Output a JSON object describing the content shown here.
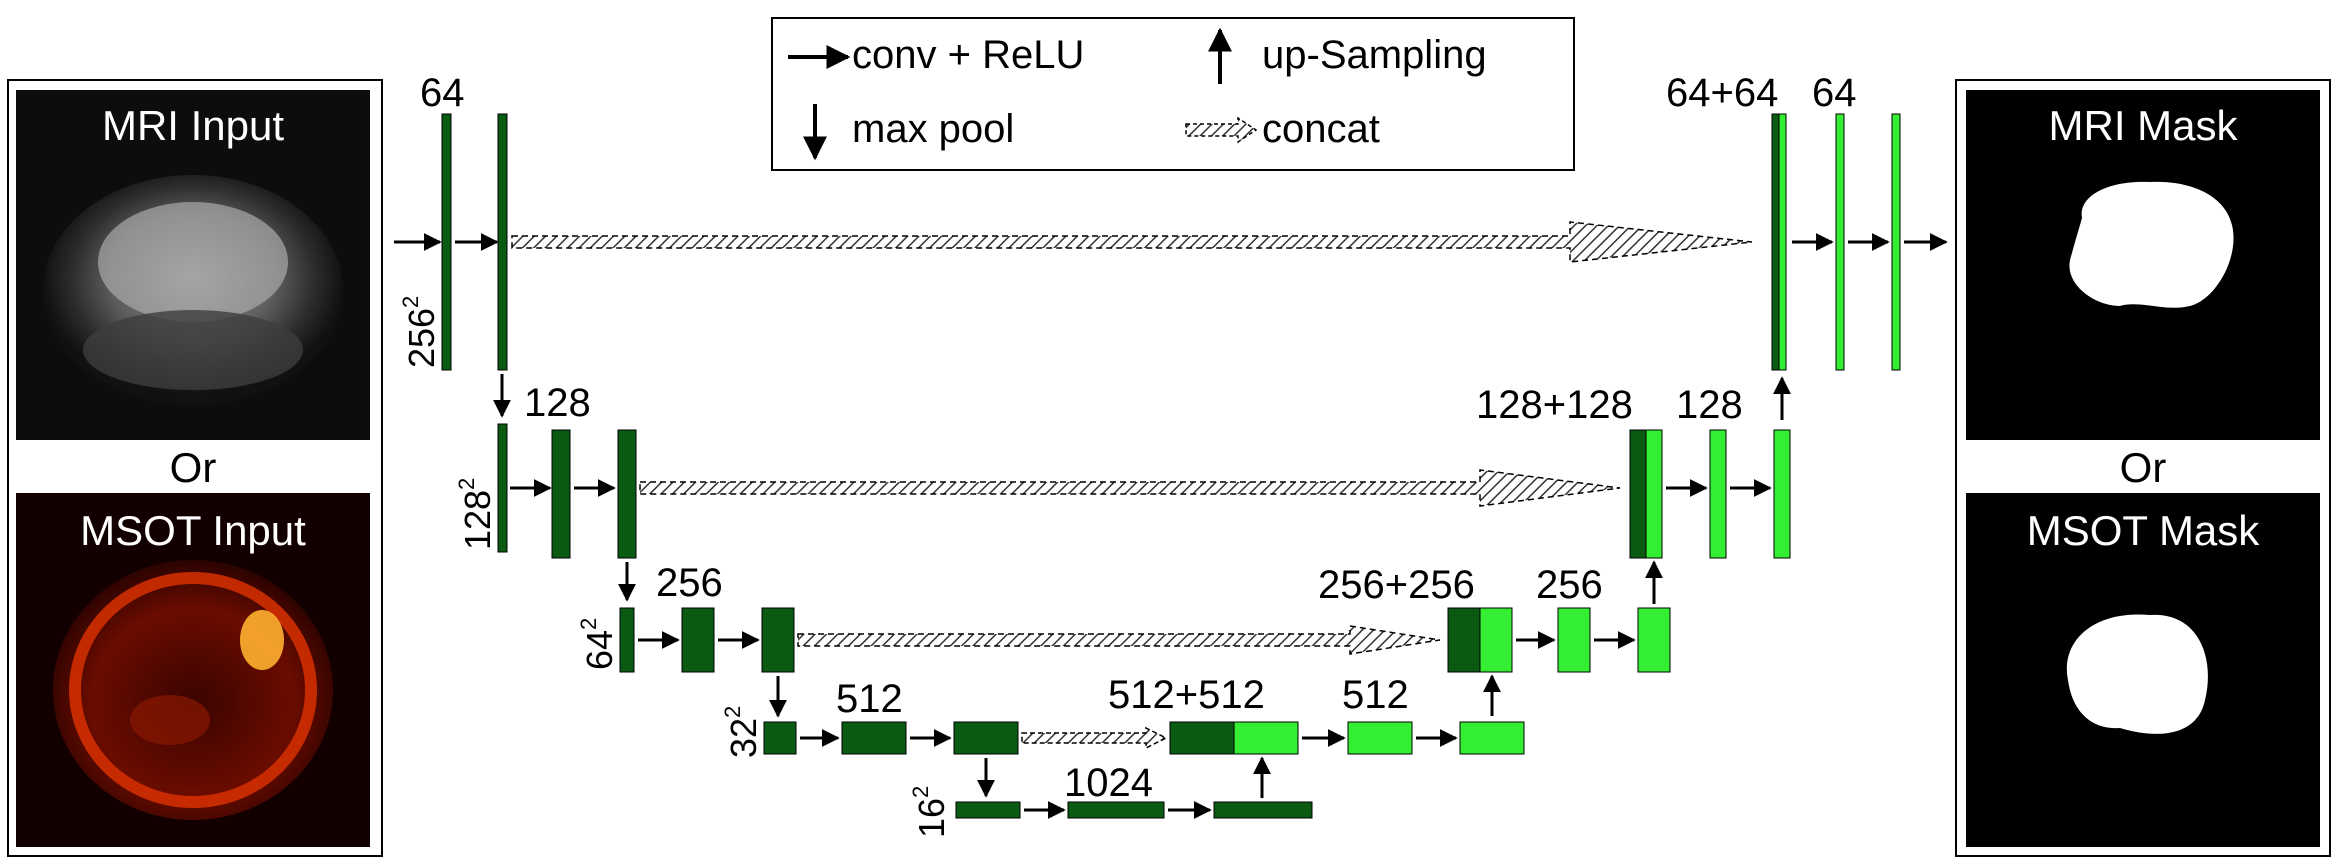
{
  "legend": {
    "conv": "conv + ReLU",
    "up": "up-Sampling",
    "pool": "max pool",
    "concat": "concat"
  },
  "inputs": {
    "mri_title": "MRI Input",
    "or": "Or",
    "msot_title": "MSOT Input"
  },
  "outputs": {
    "mri_title": "MRI Mask",
    "or": "Or",
    "msot_title": "MSOT Mask"
  },
  "encoder": {
    "l1_channels": "64",
    "l1_size": "256",
    "l2_channels": "128",
    "l2_size": "128",
    "l3_channels": "256",
    "l3_size": "64",
    "l4_channels": "512",
    "l4_size": "32",
    "l5_size": "16",
    "l5_channels": "1024",
    "exponent": "2"
  },
  "decoder": {
    "l1_concat": "64+64",
    "l1_channels": "64",
    "l2_concat": "128+128",
    "l2_channels": "128",
    "l3_concat": "256+256",
    "l3_channels": "256",
    "l4_concat": "512+512",
    "l4_channels": "512"
  },
  "colors": {
    "encoder_block": "#0b5a12",
    "decoder_block": "#33ee33",
    "concat_fill": "#ffffff"
  }
}
